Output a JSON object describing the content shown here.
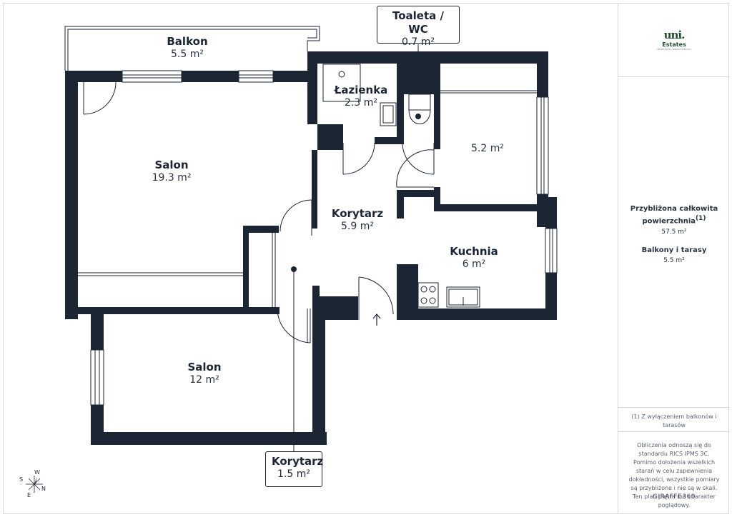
{
  "rooms": {
    "balkon": {
      "name": "Balkon",
      "area": "5.5 m²"
    },
    "toaleta": {
      "name": "Toaleta / WC",
      "area": "0.7 m²"
    },
    "lazienka": {
      "name": "Łazienka",
      "area": "2.3 m²"
    },
    "pokoj": {
      "name": "",
      "area": "5.2 m²"
    },
    "salon1": {
      "name": "Salon",
      "area": "19.3 m²"
    },
    "korytarz1": {
      "name": "Korytarz",
      "area": "5.9 m²"
    },
    "kuchnia": {
      "name": "Kuchnia",
      "area": "6 m²"
    },
    "salon2": {
      "name": "Salon",
      "area": "12 m²"
    },
    "korytarz2": {
      "name": "Korytarz",
      "area": "1.5 m²"
    }
  },
  "sidebar": {
    "logo_main": "uni.",
    "logo_sub": "Estates",
    "logo_tag": "DEWELOPER · NIERUCHOMOŚCI",
    "total_label": "Przybliżona całkowita powierzchnia",
    "total_note_mark": "(1)",
    "total_value": "57.5 m²",
    "balcony_label": "Balkony i tarasy",
    "balcony_value": "5.5 m²",
    "footnote": "(1) Z wyłączeniem balkonów i tarasów",
    "disclaimer": "Obliczenia odnoszą się do standardu RICS IPMS 3C. Pomimo dołożenia wszelkich starań w celu zapewnienia dokładności, wszystkie pomiary są przybliżone i nie są w skali. Ten plan piętra ma charakter poglądowy.",
    "brand": "GIRAFFE360"
  },
  "compass": {
    "w": "W",
    "s": "S",
    "e": "E",
    "n": "N"
  },
  "colors": {
    "wall": "#1b2533",
    "logo": "#1f4b2e",
    "border": "#d6d9dc"
  }
}
